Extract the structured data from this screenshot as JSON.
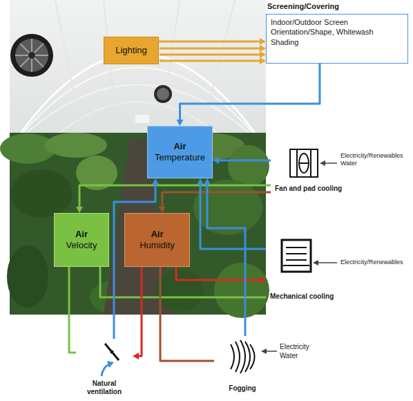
{
  "diagram": {
    "nodes": [
      {
        "text": [
          "Lighting"
        ]
      },
      {
        "text": [
          "Screening/Covering",
          "Indoor/Outdoor Screen Orientation/Shape, Whitewash Shading"
        ]
      },
      {
        "text": [
          "Air",
          "Temperature"
        ]
      },
      {
        "text": [
          "Fan and pad cooling"
        ]
      },
      {
        "text": [
          "Air",
          "Velocity"
        ]
      },
      {
        "text": [
          "Air",
          "Humidity"
        ]
      },
      {
        "text": [
          "Mechanical cooling"
        ]
      },
      {
        "text": [
          "Natural ventilation"
        ]
      },
      {
        "text": [
          "Fogging"
        ]
      }
    ],
    "edges": [
      {
        "from": 0,
        "to": 1,
        "arrow": "to"
      },
      {
        "from": 1,
        "to": 2,
        "arrow": "to"
      },
      {
        "from": 3,
        "to": 2,
        "arrow": "to"
      },
      {
        "from": 3,
        "to": 4,
        "arrow": "to"
      },
      {
        "from": 3,
        "to": 5,
        "arrow": "to"
      },
      {
        "from": 6,
        "to": 2,
        "arrow": "to"
      },
      {
        "from": 5,
        "to": 6,
        "arrow": "to"
      },
      {
        "from": 6,
        "to": 4,
        "arrow": "none"
      },
      {
        "from": 7,
        "to": 2,
        "arrow": "to"
      },
      {
        "from": 7,
        "to": 4,
        "arrow": "none"
      },
      {
        "from": 5,
        "to": 7,
        "arrow": "to"
      },
      {
        "from": 8,
        "to": 5,
        "arrow": "none"
      },
      {
        "from": 8,
        "to": 2,
        "arrow": "to"
      }
    ],
    "labels": [
      "Electricity/Renewables Water",
      "Electricity/Renewables",
      "Electricity Water"
    ]
  }
}
